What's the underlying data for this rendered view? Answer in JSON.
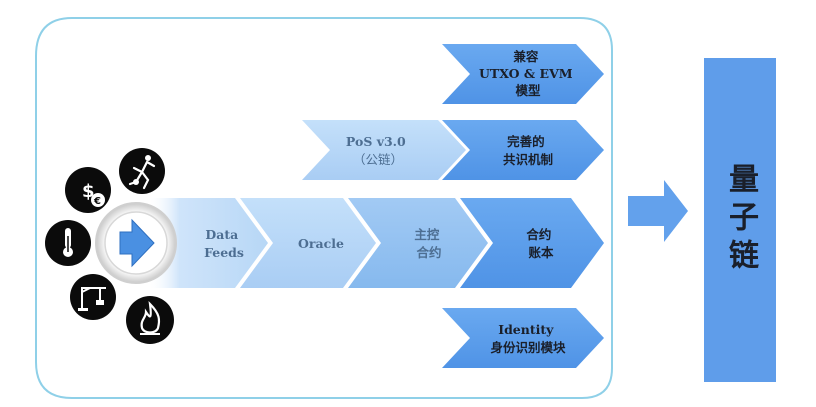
{
  "blocks": {
    "compat": [
      "兼容",
      "UTXO & EVM",
      "模型"
    ],
    "pos": [
      "PoS v3.0",
      "（公链）"
    ],
    "consensus": [
      "完善的",
      "共识机制"
    ],
    "data_feeds": [
      "Data",
      "Feeds"
    ],
    "oracle": [
      "Oracle"
    ],
    "master_contract": [
      "主控",
      "合约"
    ],
    "contract_ledger": [
      "合约",
      "账本"
    ],
    "identity": [
      "Identity",
      "身份识别模块"
    ]
  },
  "result_label": "量子链",
  "colors": {
    "frame": "#8fd0e8",
    "arrow_light": "#b7d7f6",
    "arrow_mid": "#8fc0f0",
    "arrow_dark": "#5ea0ec",
    "bar": "#5f9dea",
    "icon_bg": "#0b0b0b"
  },
  "icons": [
    "soccer-player-icon",
    "dollar-euro-icon",
    "thermometer-icon",
    "crane-icon",
    "flame-icon",
    "play-arrow-icon"
  ]
}
